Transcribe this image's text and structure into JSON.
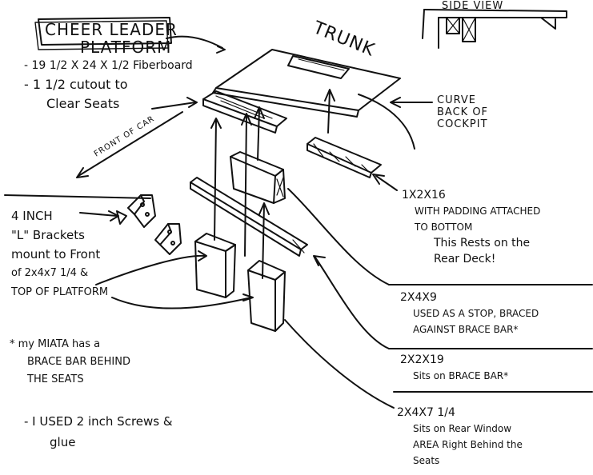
{
  "title": {
    "line1": "CHEER LEADER",
    "line2": "PLATFORM"
  },
  "platform_notes": [
    "- 19 1/2 X 24 X 1/2 Fiberboard",
    "- 1 1/2 cutout to",
    "Clear Seats"
  ],
  "side_view_label": "SIDE VIEW",
  "trunk_label": "TRUNK",
  "curve_label": [
    "CURVE",
    "BACK OF",
    "COCKPIT"
  ],
  "front_label": "FRONT OF CAR",
  "brackets_note": [
    "4 INCH",
    "\"L\" Brackets",
    "mount to Front",
    "of 2x4x7 1/4 &",
    "TOP OF PLATFORM"
  ],
  "brace_note": [
    "* my MIATA has a",
    "BRACE BAR BEHIND",
    "THE SEATS"
  ],
  "screws_note": [
    "- I USED 2 inch Screws &",
    "glue"
  ],
  "part_1x2x16": [
    "1X2X16",
    "WITH PADDING ATTACHED",
    "TO BOTTOM",
    "This Rests on the",
    "Rear Deck!"
  ],
  "part_2x4x9": [
    "2X4X9",
    "USED AS A STOP, BRACED",
    "AGAINST BRACE BAR*"
  ],
  "part_2x2x19": [
    "2X2X19",
    "Sits on BRACE BAR*"
  ],
  "part_2x4x7": [
    "2X4X7 1/4",
    "Sits on Rear Window",
    "AREA Right Behind the",
    "Seats"
  ],
  "colors": {
    "ink": "#111111",
    "paper": "#ffffff"
  }
}
